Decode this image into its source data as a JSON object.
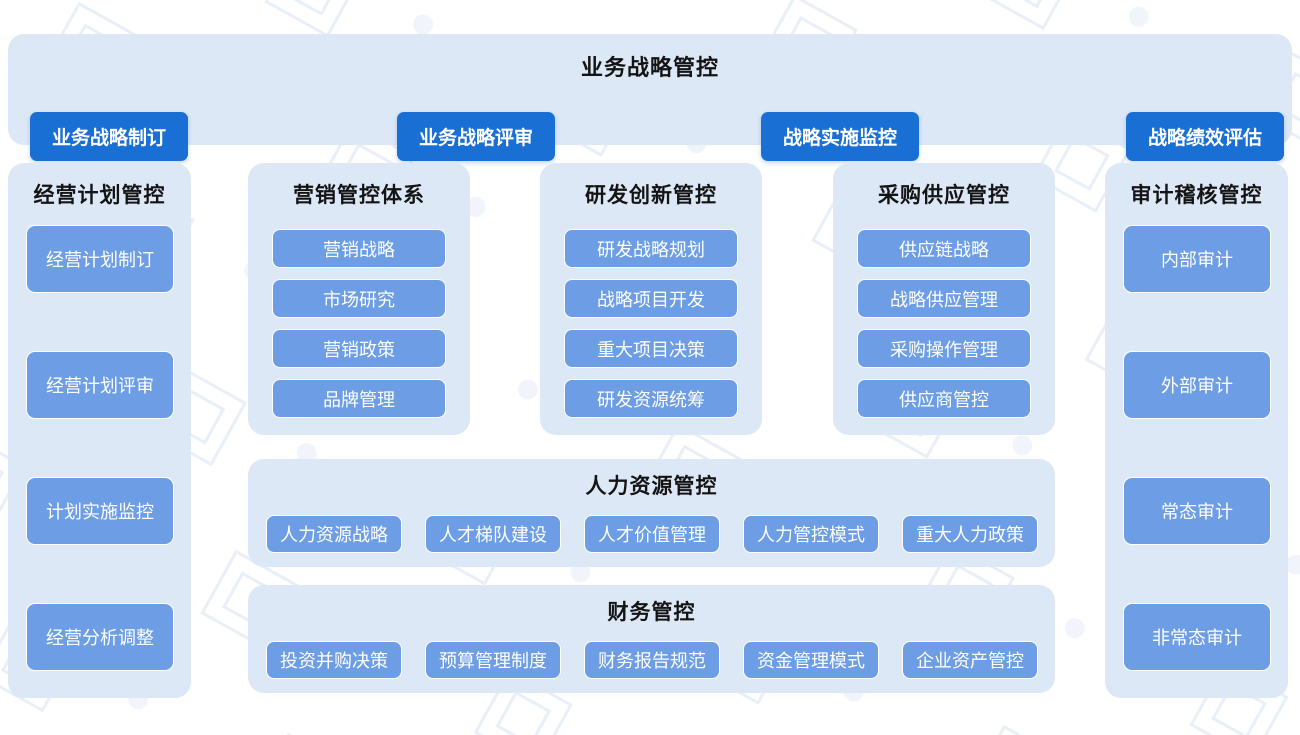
{
  "colors": {
    "page_background": "#ffffff",
    "panel_background": "#dde8f6",
    "primary_pill": "#1a6fd4",
    "secondary_pill": "#6d9ee5",
    "title_text": "#141414",
    "pill_text": "#ffffff"
  },
  "top_strip": {
    "title": "业务战略管控",
    "items": [
      {
        "label": "业务战略制订"
      },
      {
        "label": "业务战略评审"
      },
      {
        "label": "战略实施监控"
      },
      {
        "label": "战略绩效评估"
      }
    ]
  },
  "columns": {
    "plan": {
      "title": "经营计划管控",
      "items": [
        {
          "label": "经营计划制订"
        },
        {
          "label": "经营计划评审"
        },
        {
          "label": "计划实施监控"
        },
        {
          "label": "经营分析调整"
        }
      ]
    },
    "marketing": {
      "title": "营销管控体系",
      "items": [
        {
          "label": "营销战略"
        },
        {
          "label": "市场研究"
        },
        {
          "label": "营销政策"
        },
        {
          "label": "品牌管理"
        }
      ]
    },
    "rnd": {
      "title": "研发创新管控",
      "items": [
        {
          "label": "研发战略规划"
        },
        {
          "label": "战略项目开发"
        },
        {
          "label": "重大项目决策"
        },
        {
          "label": "研发资源统筹"
        }
      ]
    },
    "purchase": {
      "title": "采购供应管控",
      "items": [
        {
          "label": "供应链战略"
        },
        {
          "label": "战略供应管理"
        },
        {
          "label": "采购操作管理"
        },
        {
          "label": "供应商管控"
        }
      ]
    },
    "audit": {
      "title": "审计稽核管控",
      "items": [
        {
          "label": "内部审计"
        },
        {
          "label": "外部审计"
        },
        {
          "label": "常态审计"
        },
        {
          "label": "非常态审计"
        }
      ]
    }
  },
  "wide_panels": {
    "hr": {
      "title": "人力资源管控",
      "items": [
        {
          "label": "人力资源战略"
        },
        {
          "label": "人才梯队建设"
        },
        {
          "label": "人才价值管理"
        },
        {
          "label": "人力管控模式"
        },
        {
          "label": "重大人力政策"
        }
      ]
    },
    "finance": {
      "title": "财务管控",
      "items": [
        {
          "label": "投资并购决策"
        },
        {
          "label": "预算管理制度"
        },
        {
          "label": "财务报告规范"
        },
        {
          "label": "资金管理模式"
        },
        {
          "label": "企业资产管控"
        }
      ]
    }
  }
}
